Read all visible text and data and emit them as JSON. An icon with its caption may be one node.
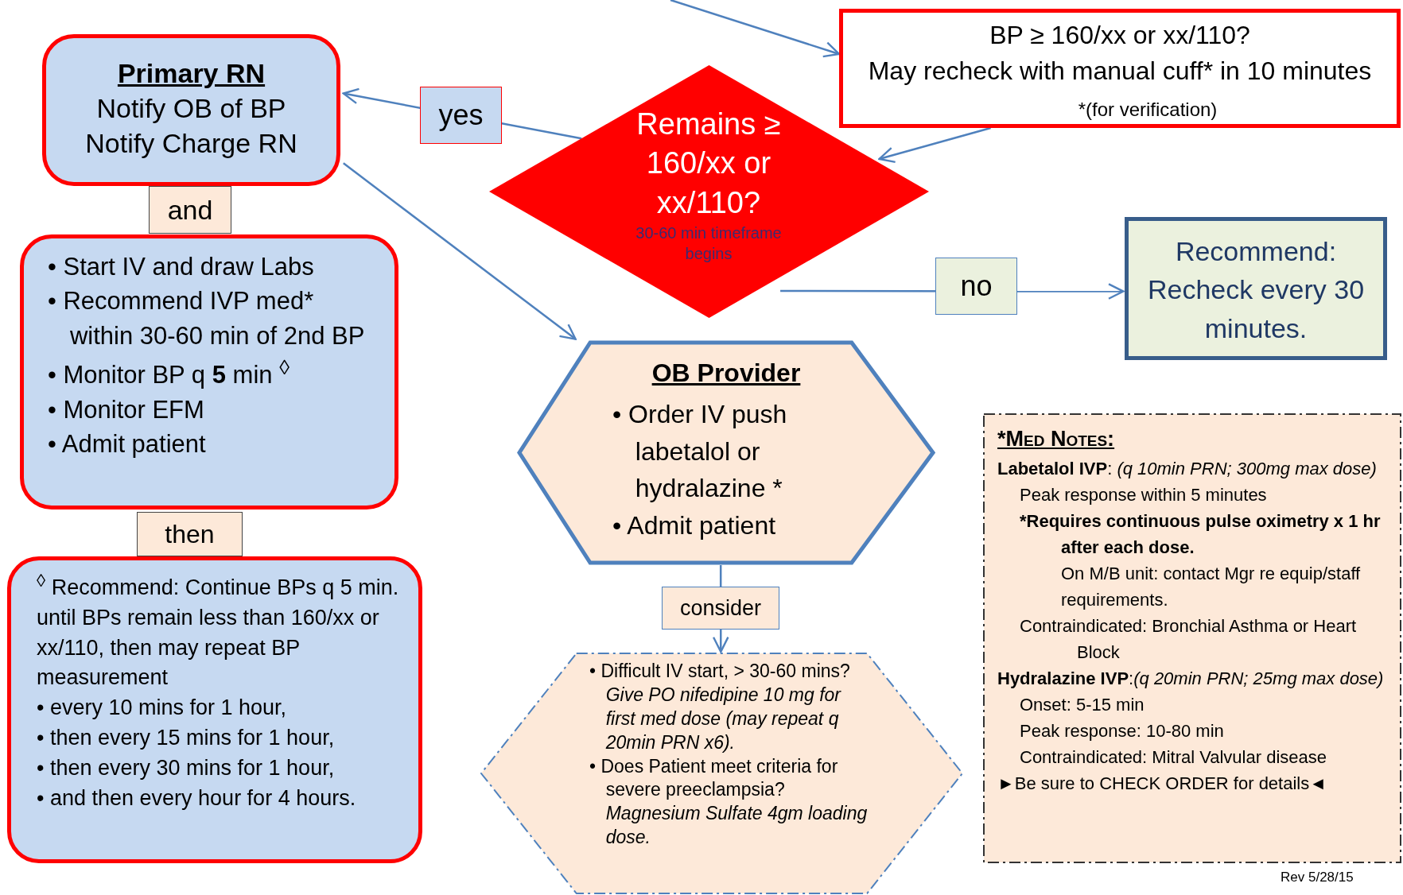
{
  "diagram": {
    "nodes": [
      {
        "text": [
          "Primary RN",
          "Notify OB of BP",
          "Notify Charge RN"
        ]
      },
      {
        "text": [
          "and"
        ]
      },
      {
        "text": [
          "• Start IV and draw Labs",
          "• Recommend IVP med* within 30-60 min of 2nd BP",
          "• Monitor BP q **5** min $^{◊}$",
          "• Monitor EFM",
          "• Admit patient"
        ]
      },
      {
        "text": [
          "then"
        ]
      },
      {
        "text": [
          "$^{◊}$ Recommend: Continue BPs q 5 min. until BPs remain less than 160/xx or xx/110, then may repeat BP measurement",
          "• every 10 mins for 1 hour,",
          "• then every 15 mins for 1 hour,",
          "• then every 30 mins for 1 hour,",
          "• and then every hour for 4 hours."
        ]
      },
      {
        "text": [
          "BP ≥ 160/xx or xx/110?",
          "May recheck with manual cuff* in 10 minutes",
          "*(for verification)"
        ]
      },
      {
        "text": [
          "Remains ≥ 160/xx or xx/110?",
          "30-60 min timeframe begins"
        ]
      },
      {
        "text": [
          "Recommend: Recheck every 30 minutes."
        ]
      },
      {
        "text": [
          "OB Provider",
          "• Order IV push labetalol or hydralazine *",
          "• Admit patient"
        ]
      },
      {
        "text": [
          "• Difficult IV start, > 30-60 mins? *Give PO nifedipine 10 mg for first med dose (may repeat q 20min PRN x6).*",
          "• Does Patient meet criteria for severe preeclampsia? *Magnesium Sulfate 4gm loading dose.*"
        ]
      },
      {
        "text": [
          "*Med Notes:",
          "**Labetalol IVP**: *(q 10min PRN; 300mg max dose)*",
          "Peak response within 5 minutes",
          "*Requires continuous pulse oximetry x 1 hr after each dose.",
          "On M/B unit: contact Mgr re equip/staff requirements.",
          "Contraindicated: Bronchial Asthma or Heart Block",
          "**Hydralazine IVP**:*(q 20min PRN; 25mg max dose)*",
          "Onset: 5-15 min",
          "Peak response: 10-80 min",
          "Contraindicated: Mitral Valvular disease",
          "►Be sure to CHECK ORDER for details◄"
        ]
      }
    ],
    "edges": [
      {
        "from": null,
        "to": 5,
        "arrow": "to"
      },
      {
        "from": 5,
        "to": 6,
        "arrow": "to"
      },
      {
        "from": 6,
        "to": 0,
        "arrow": "to",
        "label": "yes"
      },
      {
        "from": 0,
        "to": 8,
        "arrow": "to"
      },
      {
        "from": 6,
        "to": 7,
        "arrow": "to",
        "label": "no"
      },
      {
        "from": 8,
        "to": 9,
        "arrow": "to",
        "label": "consider"
      }
    ],
    "labels": [
      "Rev 5/28/15"
    ]
  }
}
